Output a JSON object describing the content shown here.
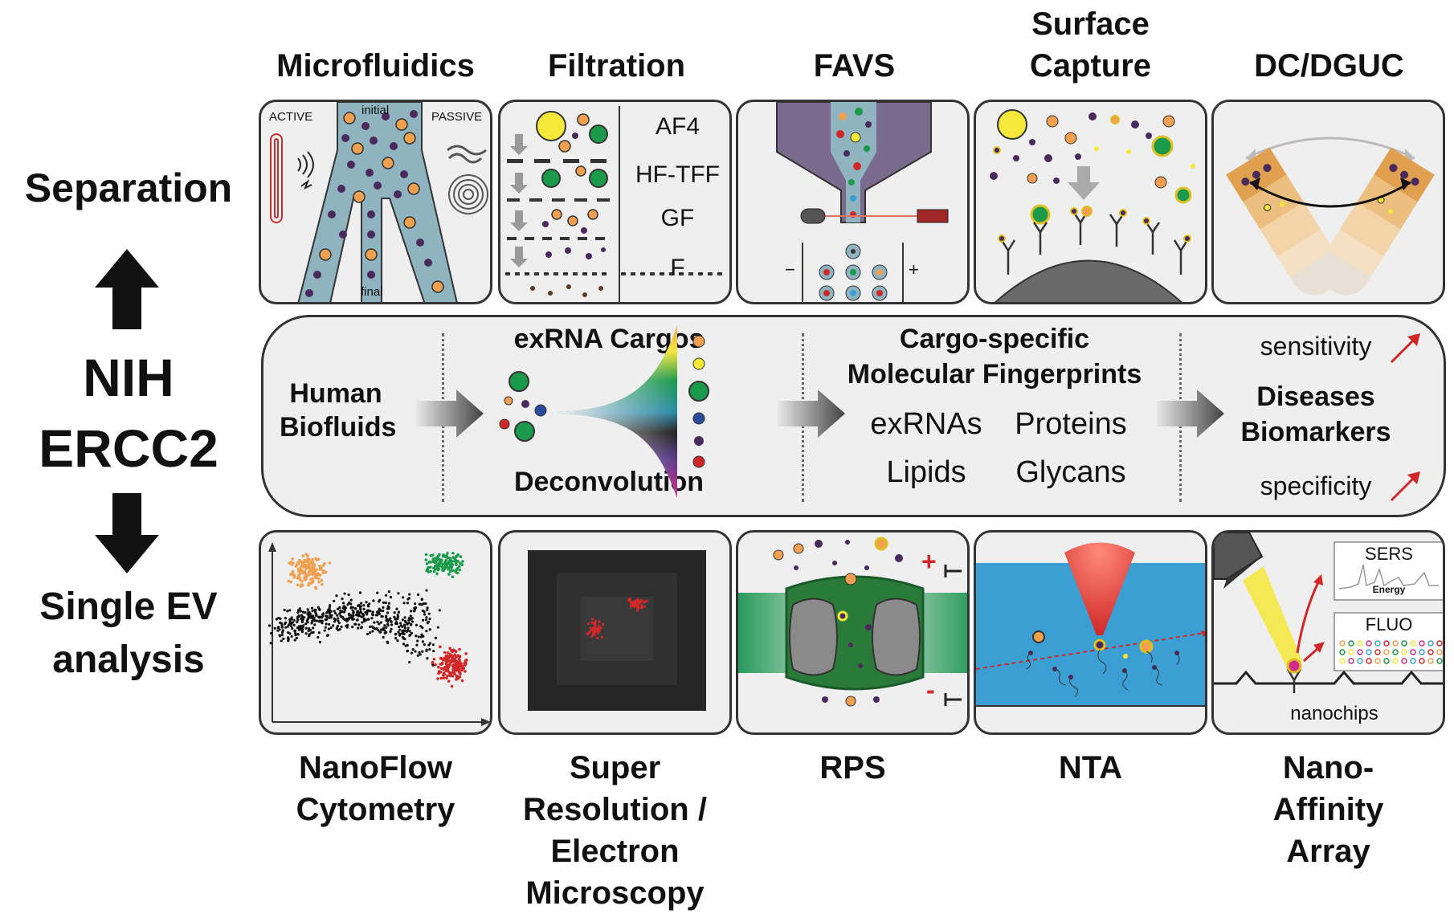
{
  "left": {
    "separation": "Separation",
    "nih": "NIH",
    "ercc2": "ERCC2",
    "single_ev_line1": "Single EV",
    "single_ev_line2": "analysis"
  },
  "separation_methods": [
    {
      "title": "Microfluidics"
    },
    {
      "title": "Filtration"
    },
    {
      "title": "FAVS"
    },
    {
      "title_line1": "Surface",
      "title_line2": "Capture"
    },
    {
      "title": "DC/DGUC"
    }
  ],
  "microfluidics_panel": {
    "active": "ACTIVE",
    "passive": "PASSIVE",
    "initial": "initial",
    "final": "final"
  },
  "filtration_panel": {
    "labels": [
      "AF4",
      "HF-TFF",
      "GF",
      "F"
    ]
  },
  "favs_panel": {
    "minus": "−",
    "plus": "+"
  },
  "middle": {
    "human": "Human",
    "biofluids": "Biofluids",
    "exrna_cargos": "exRNA Cargos",
    "deconvolution": "Deconvolution",
    "cargo_specific": "Cargo-specific",
    "molecular_fingerprints": "Molecular Fingerprints",
    "exrnas": "exRNAs",
    "proteins": "Proteins",
    "lipids": "Lipids",
    "glycans": "Glycans",
    "sensitivity": "sensitivity",
    "specificity": "specificity",
    "diseases": "Diseases",
    "biomarkers": "Biomarkers"
  },
  "single_ev_methods": [
    {
      "title_line1": "NanoFlow",
      "title_line2": "Cytometry"
    },
    {
      "title_line1": "Super",
      "title_line2": "Resolution /",
      "title_line3": "Electron",
      "title_line4": "Microscopy"
    },
    {
      "title": "RPS"
    },
    {
      "title": "NTA"
    },
    {
      "title_line1": "Nano-",
      "title_line2": "Affinity",
      "title_line3": "Array"
    }
  ],
  "rps_panel": {
    "plus": "+",
    "minus": "-"
  },
  "affinity_panel": {
    "sers": "SERS",
    "energy": "Energy",
    "fluo": "FLUO",
    "nanochips": "nanochips"
  },
  "colors": {
    "orange": "#f0a050",
    "purple": "#4a2a5c",
    "green": "#1a9a4a",
    "yellow": "#f5e838",
    "red": "#d02828",
    "channel": "#8fb4c0",
    "favs_gray": "#7a6a8e",
    "nta_blue": "#3b9fd4",
    "rps_green": "#2a9a5a"
  }
}
